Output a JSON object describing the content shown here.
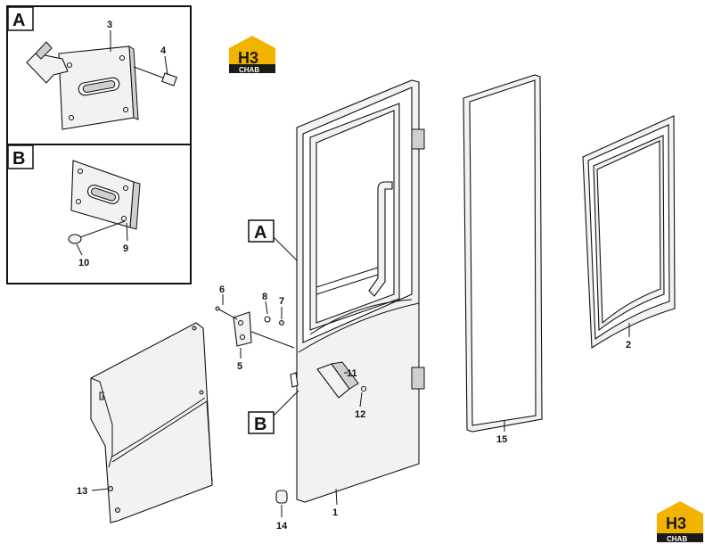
{
  "callouts": {
    "c1": "1",
    "c2": "2",
    "c3": "3",
    "c4": "4",
    "c5": "5",
    "c6": "6",
    "c7": "7",
    "c8": "8",
    "c9": "9",
    "c10": "10",
    "c11": "11",
    "c12": "12",
    "c13": "13",
    "c14": "14",
    "c15": "15"
  },
  "detail_boxes": {
    "a": "A",
    "b": "B"
  },
  "markers": {
    "a": "A",
    "b": "B"
  },
  "logo": {
    "mark": "H3",
    "text": "CHAB",
    "colors": {
      "roof": "#f3b400",
      "band": "#1a1a1a",
      "text": "#ffffff"
    }
  }
}
